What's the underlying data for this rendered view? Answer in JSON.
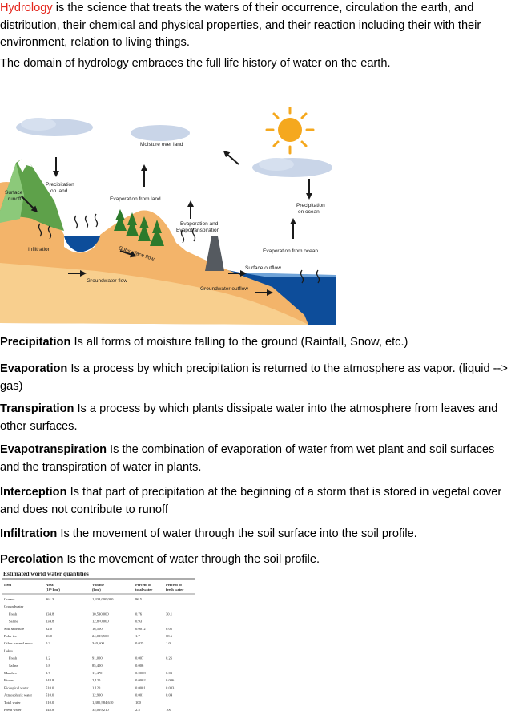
{
  "intro": {
    "term": "Hydrology",
    "text": " is the science that treats the waters of their occurrence, circulation the earth, and distribution, their chemical and physical properties, and their reaction including their with their environment, relation to living things."
  },
  "domain_text": "The domain of hydrology embraces the full life history of water on the earth.",
  "diagram": {
    "labels": {
      "moisture_over_land": "Moisture over land",
      "precipitation_on_land_1": "Precipitation",
      "precipitation_on_land_2": "on land",
      "surface_runoff_1": "Surface",
      "surface_runoff_2": "runoff",
      "evaporation_from_land": "Evaporation from land",
      "evapotranspiration_1": "Evaporation and",
      "evapotranspiration_2": "Evapotranspiration",
      "precipitation_on_ocean_1": "Precipitation",
      "precipitation_on_ocean_2": "on ocean",
      "infiltration": "Infiltration",
      "subsurface_flow": "Subsurface flow",
      "evaporation_from_ocean": "Evaporation from ocean",
      "surface_outflow": "Surface outflow",
      "groundwater_flow": "Groundwater flow",
      "groundwater_outflow": "Groundwater outflow"
    }
  },
  "definitions": [
    {
      "term": "Precipitation",
      "text": " Is all forms of moisture falling to the ground (Rainfall, Snow, etc.)"
    },
    {
      "term": "Evaporation",
      "text": " Is a process by which precipitation is returned to the atmosphere as vapor. (liquid --> gas)"
    },
    {
      "term": "Transpiration",
      "text": " Is a process by which plants dissipate water into the atmosphere from leaves and other surfaces."
    },
    {
      "term": "Evapotranspiration",
      "text": " Is the combination of evaporation of water from wet plant and soil surfaces and the transpiration of water in plants."
    },
    {
      "term": "Interception",
      "text": " Is that part of precipitation at the beginning of a storm that is stored in vegetal cover and does not contribute to runoff"
    },
    {
      "term": "Infiltration",
      "text": " Is the movement of water through the soil surface into the soil profile."
    },
    {
      "term": "Percolation",
      "text": " Is the movement of water through the soil profile."
    }
  ],
  "table": {
    "title": "Estimated world water quantities",
    "headers": [
      [
        "Item"
      ],
      [
        "Area",
        "(10⁶ km²)"
      ],
      [
        "Volume",
        "(km³)"
      ],
      [
        "Percent of",
        "total water"
      ],
      [
        "Percent of",
        "fresh water"
      ]
    ],
    "rows": [
      {
        "item": "Oceans",
        "indent": false,
        "area": "361.3",
        "volume": "1,338,000,000",
        "pt": "96.5",
        "pf": ""
      },
      {
        "item": "Groundwater",
        "indent": false,
        "area": "",
        "volume": "",
        "pt": "",
        "pf": ""
      },
      {
        "item": "Fresh",
        "indent": true,
        "area": "134.8",
        "volume": "10,530,000",
        "pt": "0.76",
        "pf": "30.1"
      },
      {
        "item": "Saline",
        "indent": true,
        "area": "134.8",
        "volume": "12,870,000",
        "pt": "0.93",
        "pf": ""
      },
      {
        "item": "Soil Moisture",
        "indent": false,
        "area": "82.0",
        "volume": "16,500",
        "pt": "0.0012",
        "pf": "0.05"
      },
      {
        "item": "Polar ice",
        "indent": false,
        "area": "16.0",
        "volume": "24,023,500",
        "pt": "1.7",
        "pf": "68.6"
      },
      {
        "item": "Other ice and snow",
        "indent": false,
        "area": "0.3",
        "volume": "340,600",
        "pt": "0.025",
        "pf": "1.0"
      },
      {
        "item": "Lakes",
        "indent": false,
        "area": "",
        "volume": "",
        "pt": "",
        "pf": ""
      },
      {
        "item": "Fresh",
        "indent": true,
        "area": "1.2",
        "volume": "91,000",
        "pt": "0.007",
        "pf": "0.26"
      },
      {
        "item": "Saline",
        "indent": true,
        "area": "0.8",
        "volume": "85,400",
        "pt": "0.006",
        "pf": ""
      },
      {
        "item": "Marshes",
        "indent": false,
        "area": "2.7",
        "volume": "11,470",
        "pt": "0.0008",
        "pf": "0.03"
      },
      {
        "item": "Rivers",
        "indent": false,
        "area": "148.8",
        "volume": "2,120",
        "pt": "0.0002",
        "pf": "0.006"
      },
      {
        "item": "Biological water",
        "indent": false,
        "area": "510.0",
        "volume": "1,120",
        "pt": "0.0001",
        "pf": "0.003"
      },
      {
        "item": "Atmospheric water",
        "indent": false,
        "area": "510.0",
        "volume": "12,900",
        "pt": "0.001",
        "pf": "0.04"
      },
      {
        "item": "Total water",
        "indent": false,
        "area": "510.0",
        "volume": "1,385,984,610",
        "pt": "100",
        "pf": ""
      },
      {
        "item": "Fresh water",
        "indent": false,
        "area": "148.8",
        "volume": "35,029,210",
        "pt": "2.5",
        "pf": "100"
      }
    ]
  },
  "colors": {
    "highlight": "#e4261c",
    "soil": "#f3b46a",
    "groundwater": "#f8cf8e",
    "water": "#0d4d9a",
    "sky_cloud": "#c6d3e6",
    "sun": "#f5a81e",
    "mountain": "#5ea14a"
  }
}
